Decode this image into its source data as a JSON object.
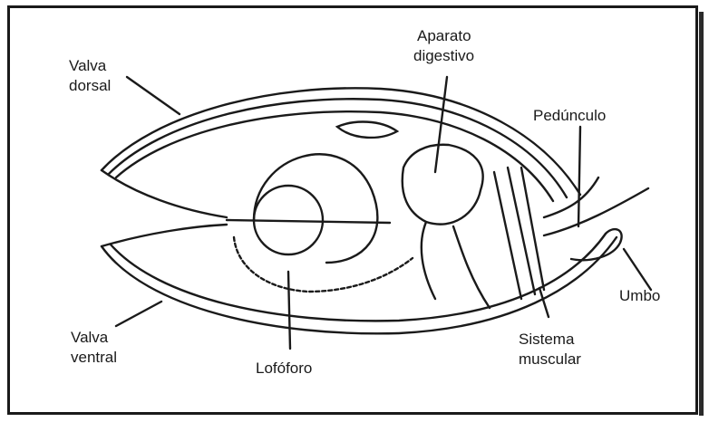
{
  "labels": {
    "valva_dorsal": [
      "Valva",
      "dorsal"
    ],
    "aparato_digestivo": [
      "Aparato",
      "digestivo"
    ],
    "pedunculo": "Pedúnculo",
    "umbo": "Umbo",
    "sistema_muscular": [
      "Sistema",
      "muscular"
    ],
    "lofoforo": "Lofóforo",
    "valva_ventral": [
      "Valva",
      "ventral"
    ]
  },
  "colors": {
    "line": "#1a1a1a",
    "background": "#ffffff"
  }
}
